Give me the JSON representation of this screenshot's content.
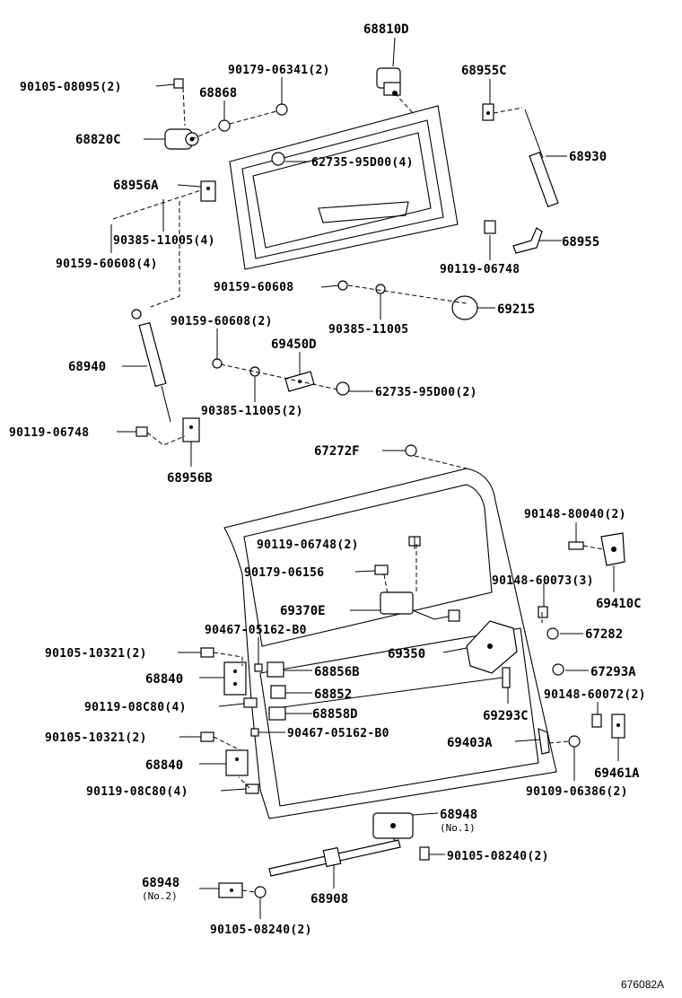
{
  "diagram_id": "676082A",
  "labels": {
    "p68810D": "68810D",
    "p90179_06341": "90179-06341(2)",
    "p68955C": "68955C",
    "p90105_08095": "90105-08095(2)",
    "p68868": "68868",
    "p68820C": "68820C",
    "p68930": "68930",
    "p62735_95D00_4": "62735-95D00(4)",
    "p68956A": "68956A",
    "p90385_11005_4": "90385-11005(4)",
    "p68955": "68955",
    "p90159_60608_4": "90159-60608(4)",
    "p90119_06748_a": "90119-06748",
    "p90159_60608": "90159-60608",
    "p69215": "69215",
    "p90385_11005": "90385-11005",
    "p90159_60608_2": "90159-60608(2)",
    "p69450D": "69450D",
    "p68940": "68940",
    "p62735_95D00_2": "62735-95D00(2)",
    "p90385_11005_2": "90385-11005(2)",
    "p90119_06748_b": "90119-06748",
    "p68956B": "68956B",
    "p67272F": "67272F",
    "p90148_80040": "90148-80040(2)",
    "p90119_06748_2": "90119-06748(2)",
    "p90179_06156": "90179-06156",
    "p90148_60073": "90148-60073(3)",
    "p69410C": "69410C",
    "p69370E": "69370E",
    "p90467_05162_B0_a": "90467-05162-B0",
    "p67282": "67282",
    "p90105_10321_a": "90105-10321(2)",
    "p69350": "69350",
    "p68840_a": "68840",
    "p68856B": "68856B",
    "p67293A": "67293A",
    "p68852": "68852",
    "p90119_08C80_a": "90119-08C80(4)",
    "p68858D": "68858D",
    "p90148_60072": "90148-60072(2)",
    "p69293C": "69293C",
    "p90105_10321_b": "90105-10321(2)",
    "p90467_05162_B0_b": "90467-05162-B0",
    "p69403A": "69403A",
    "p69461A": "69461A",
    "p68840_b": "68840",
    "p90109_06386": "90109-06386(2)",
    "p90119_08C80_b": "90119-08C80(4)",
    "p68948_no1": "68948",
    "no1": "(No.1)",
    "p90105_08240_a": "90105-08240(2)",
    "p68948_no2": "68948",
    "no2": "(No.2)",
    "p68908": "68908",
    "p90105_08240_b": "90105-08240(2)"
  }
}
